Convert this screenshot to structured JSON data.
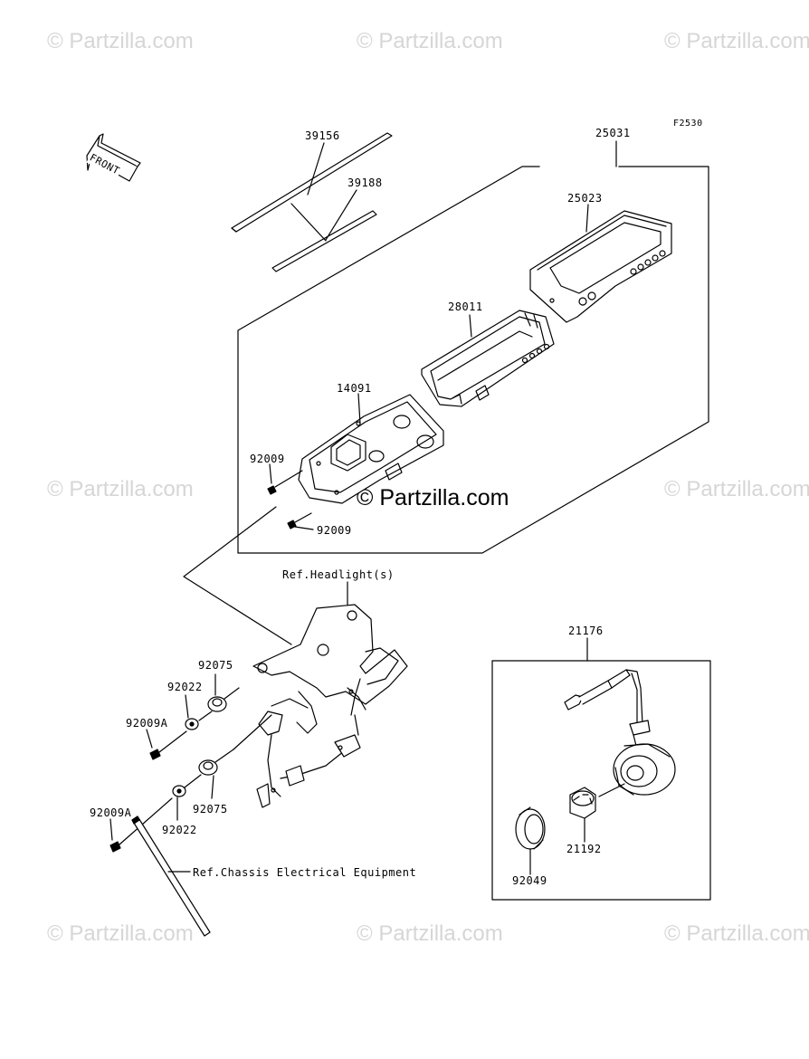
{
  "diagram_code": "F2530",
  "watermark": "© Partzilla.com",
  "front_label": "FRONT",
  "parts": {
    "p39156": "39156",
    "p39188": "39188",
    "p25031": "25031",
    "p25023": "25023",
    "p28011": "28011",
    "p14091": "14091",
    "p92009_a": "92009",
    "p92009_b": "92009",
    "p92075_a": "92075",
    "p92022_a": "92022",
    "p92009A_a": "92009A",
    "p92075_b": "92075",
    "p92022_b": "92022",
    "p92009A_b": "92009A",
    "p21176": "21176",
    "p21192": "21192",
    "p92049": "92049"
  },
  "refs": {
    "headlight": "Ref.Headlight(s)",
    "chassis": "Ref.Chassis Electrical Equipment"
  }
}
